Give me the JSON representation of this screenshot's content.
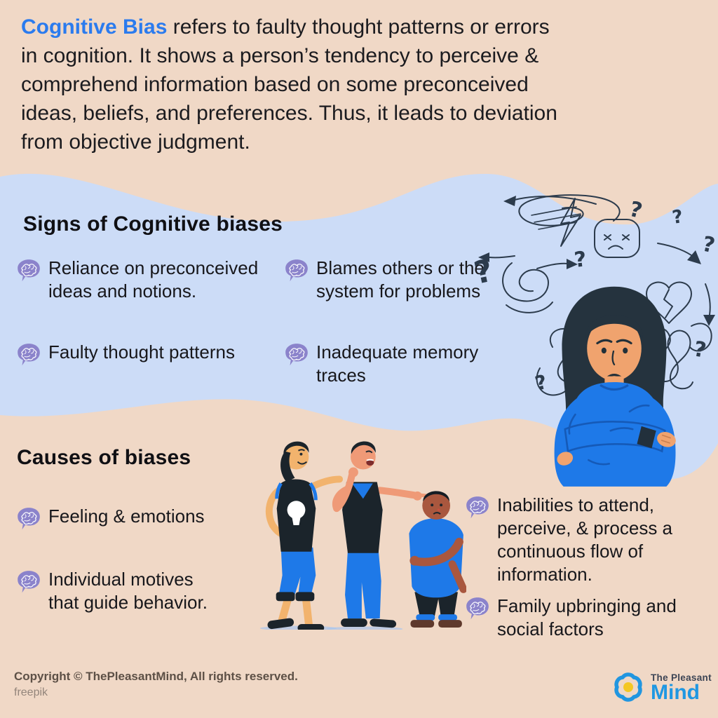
{
  "intro": {
    "highlight": "Cognitive Bias",
    "text": " refers to faulty thought patterns or errors\nin cognition. It shows a person’s tendency to perceive &\ncomprehend information based on some preconceived\nideas, beliefs, and preferences. Thus, it leads to deviation\nfrom objective judgment."
  },
  "signs": {
    "heading": "Signs of Cognitive biases",
    "items": [
      "Reliance on preconceived\nideas and notions.",
      "Blames others or the\nsystem for problems",
      "Faulty thought patterns",
      "Inadequate memory\ntraces"
    ]
  },
  "causes": {
    "heading": "Causes of biases",
    "left_items": [
      "Feeling & emotions",
      "Individual motives\nthat guide behavior."
    ],
    "right_items": [
      "Inabilities to attend,\nperceive, & process a\ncontinuous flow of\ninformation.",
      "Family upbringing and\nsocial factors"
    ]
  },
  "footer": {
    "copyright": "Copyright © ThePleasantMind, All rights reserved.",
    "source": "freepik",
    "logo_top": "The Pleasant",
    "logo_bottom": "Mind"
  },
  "icons": {
    "bullet": "brain-speech-bubble-icon",
    "question_mark": "?",
    "logo": "flower-star-icon"
  },
  "colors": {
    "background_beige": "#f0d8c6",
    "background_blue": "#ccdcf7",
    "accent_blue": "#2b7bee",
    "icon_purple": "#8b83cb",
    "text_dark": "#17171b",
    "illustration_blue": "#1e79e8",
    "doodle_ink": "#2c3b4c",
    "logo_blue": "#2196e0",
    "logo_yellow": "#f4c724",
    "copyright_gray": "#5d5046"
  }
}
